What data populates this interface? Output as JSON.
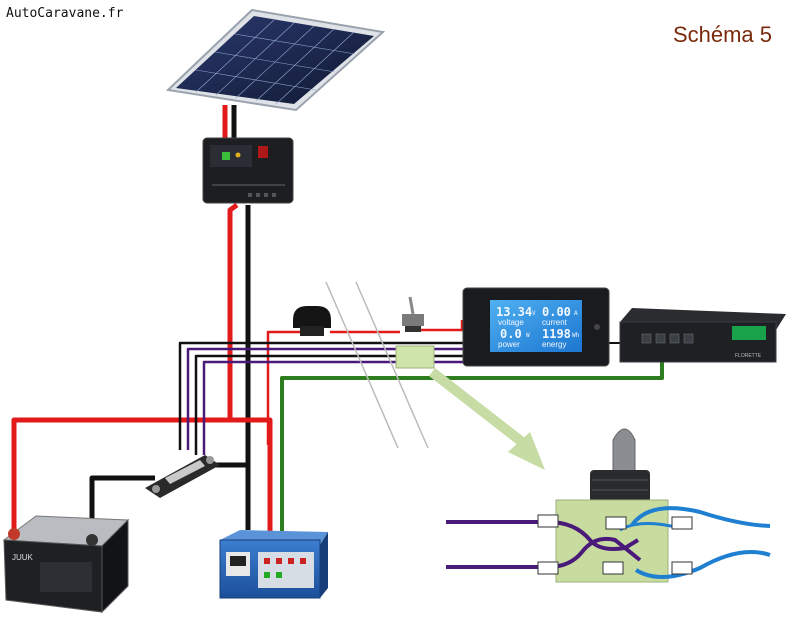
{
  "site": "AutoCaravane.fr",
  "title": "Schéma 5",
  "colors": {
    "positive_wire": "#e21a1a",
    "negative_wire": "#111111",
    "signal_wire": "#2e7d1e",
    "violet_wire": "#4a1a7a",
    "blue_wire": "#1f7fd0",
    "title": "#7a2a0c",
    "switch_body": "#c8dca0",
    "lcd_screen": "#2e8fe0"
  },
  "meter": {
    "voltage": "13.34",
    "voltage_unit": "V",
    "current": "0.00",
    "current_unit": "A",
    "power": "0.0",
    "power_unit": "W",
    "energy": "1198",
    "energy_unit": "Wh",
    "label_voltage": "voltage",
    "label_current": "current",
    "label_power": "power",
    "label_energy": "energy"
  },
  "panel_brand": "FLORETTE"
}
